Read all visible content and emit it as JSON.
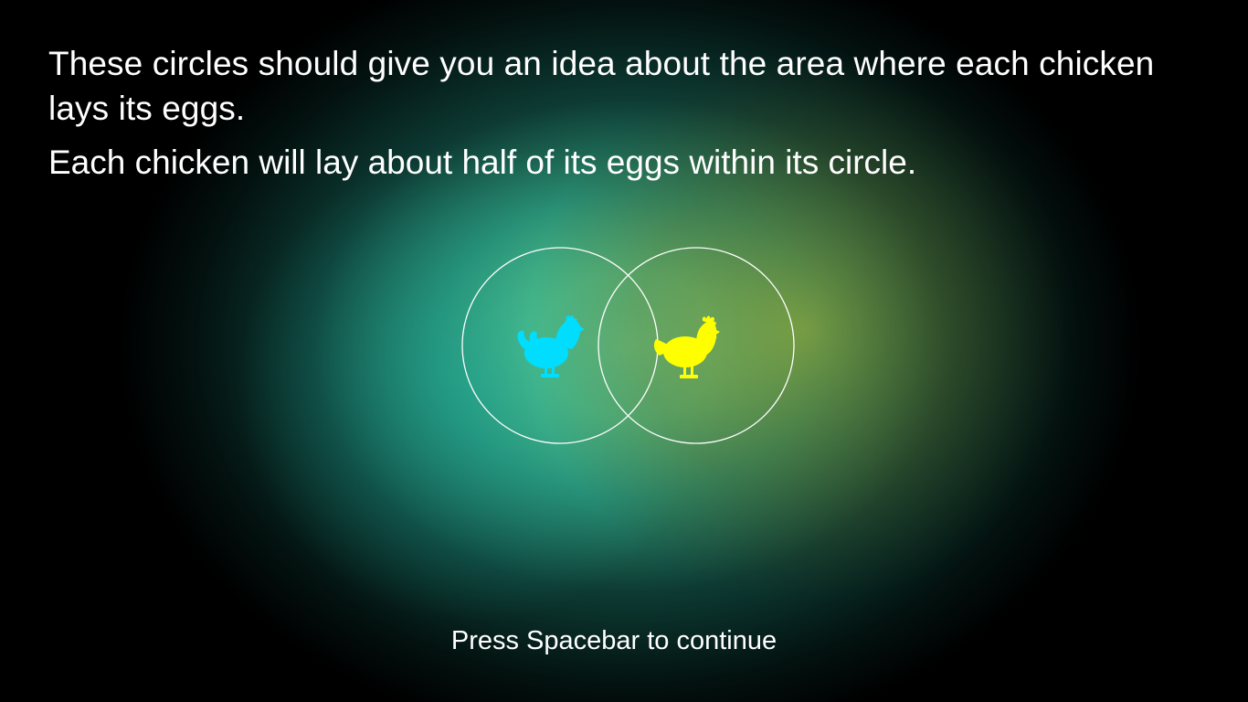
{
  "instructions": {
    "line1": "These circles should give you an idea about the area where each chicken lays its eggs.",
    "line2": "Each chicken will lay about half of its eggs within its circle."
  },
  "prompt": {
    "continue_text": "Press Spacebar to continue"
  },
  "chickens": [
    {
      "color_name": "cyan",
      "color": "#00DDFF",
      "icon": "chicken-icon"
    },
    {
      "color_name": "yellow",
      "color": "#FFFF00",
      "icon": "chicken-icon"
    }
  ],
  "colors": {
    "background": "#000000",
    "glow_center": "#78D68F",
    "glow_left": "#1E9E8E",
    "glow_right": "#8B9628",
    "circle_stroke": "#FFFFFF",
    "text": "#FFFFFF"
  }
}
